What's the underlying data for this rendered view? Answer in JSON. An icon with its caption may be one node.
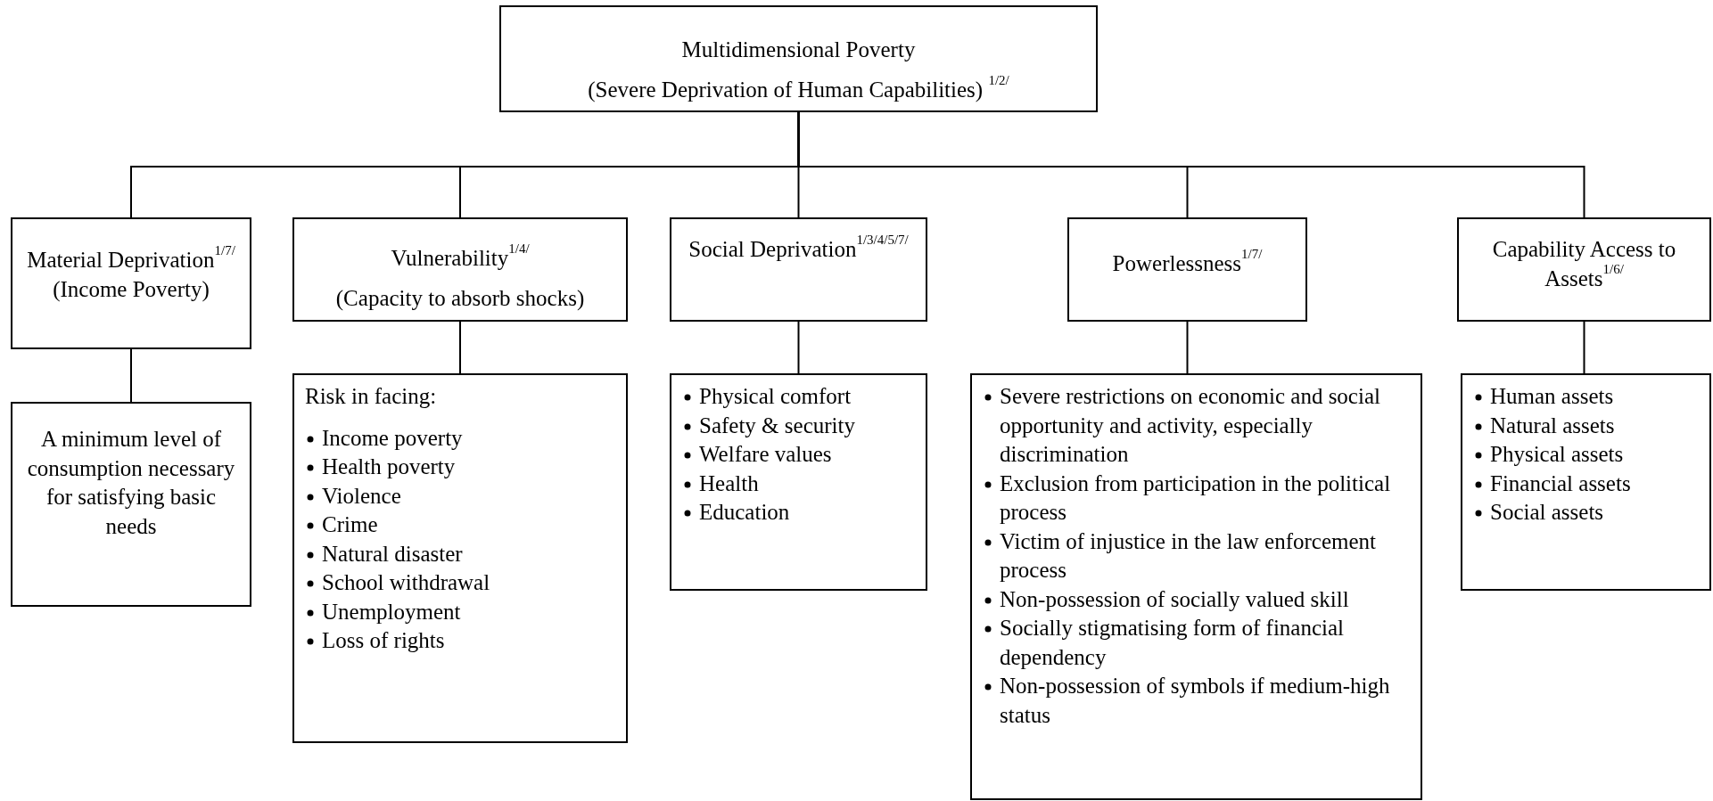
{
  "diagram": {
    "nodes": [
      {
        "text": [
          "Multidimensional Poverty",
          "(Severe Deprivation of Human Capabilities) $^{1/2/}$"
        ]
      },
      {
        "text": [
          "Material Deprivation$^{1/7/}$ (Income Poverty)"
        ]
      },
      {
        "text": [
          "Vulnerability$^{1/4/}$",
          "(Capacity to absorb shocks)"
        ]
      },
      {
        "text": [
          "Social Deprivation$^{1/3/4/5/7/}$"
        ]
      },
      {
        "text": [
          "Powerlessness$^{1/7/}$"
        ]
      },
      {
        "text": [
          "Capability Access to Assets$^{1/6/}$"
        ]
      },
      {
        "text": [
          "A minimum level of consumption necessary for satisfying basic needs"
        ]
      },
      {
        "text": [
          "Risk in facing:",
          "Income poverty",
          "Health poverty",
          "Violence",
          "Crime",
          "Natural disaster",
          "School withdrawal",
          "Unemployment",
          "Loss of rights"
        ]
      },
      {
        "text": [
          "Physical comfort",
          "Safety & security",
          "Welfare values",
          "Health",
          "Education"
        ]
      },
      {
        "text": [
          "Severe restrictions on economic and social opportunity and activity, especially discrimination",
          "Exclusion from participation in the political process",
          "Victim of injustice in the law enforcement process",
          "Non-possession of socially valued skill",
          "Socially stigmatising form of financial dependency",
          "Non-possession of symbols if medium-high status"
        ]
      },
      {
        "text": [
          "Human assets",
          "Natural assets",
          "Physical assets",
          "Financial assets",
          "Social assets"
        ]
      }
    ],
    "edges": [
      {
        "from": 0,
        "to": 1,
        "arrow": "none"
      },
      {
        "from": 0,
        "to": 2,
        "arrow": "none"
      },
      {
        "from": 0,
        "to": 3,
        "arrow": "none"
      },
      {
        "from": 0,
        "to": 4,
        "arrow": "none"
      },
      {
        "from": 0,
        "to": 5,
        "arrow": "none"
      },
      {
        "from": 1,
        "to": 6,
        "arrow": "none"
      },
      {
        "from": 2,
        "to": 7,
        "arrow": "none"
      },
      {
        "from": 3,
        "to": 8,
        "arrow": "none"
      },
      {
        "from": 4,
        "to": 9,
        "arrow": "none"
      },
      {
        "from": 5,
        "to": 10,
        "arrow": "none"
      }
    ]
  }
}
